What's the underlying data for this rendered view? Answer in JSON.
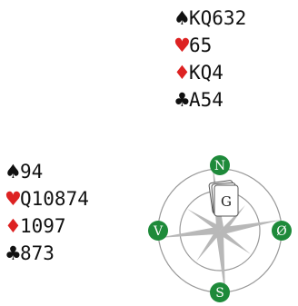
{
  "colors": {
    "black_suit": "#111111",
    "red_suit": "#dd2222",
    "seat_circle": "#1e8a3a",
    "compass_ring": "#999999",
    "compass_arrow": "#b8b8b8"
  },
  "north": {
    "spades": {
      "symbol": "♠",
      "cards": "KQ632"
    },
    "hearts": {
      "symbol": "♥",
      "cards": "65"
    },
    "diamonds": {
      "symbol": "♦",
      "cards": "KQ4"
    },
    "clubs": {
      "symbol": "♣",
      "cards": "A54"
    }
  },
  "west": {
    "spades": {
      "symbol": "♠",
      "cards": "94"
    },
    "hearts": {
      "symbol": "♥",
      "cards": "Q10874"
    },
    "diamonds": {
      "symbol": "♦",
      "cards": "1097"
    },
    "clubs": {
      "symbol": "♣",
      "cards": "873"
    }
  },
  "compass": {
    "north_label": "N",
    "east_label": "Ø",
    "south_label": "S",
    "west_label": "V",
    "dealer_card_label": "G"
  }
}
